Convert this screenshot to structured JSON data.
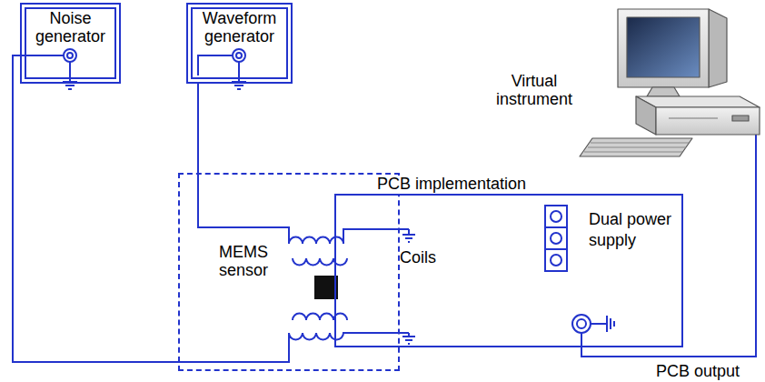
{
  "diagram": {
    "nodes": [
      {
        "text": [
          "Noise generator"
        ]
      },
      {
        "text": [
          "Waveform generator"
        ]
      },
      {
        "text": [
          "Virtual instrument"
        ]
      },
      {
        "text": [
          "PCB implementation"
        ]
      },
      {
        "text": [
          "MEMS sensor"
        ]
      }
    ],
    "edges": [
      {
        "from": 0,
        "to": 4,
        "arrow": "none"
      },
      {
        "from": 1,
        "to": 4,
        "arrow": "none"
      },
      {
        "from": 3,
        "to": 2,
        "arrow": "none"
      }
    ],
    "labels": [
      "Coils",
      "Dual power supply",
      "PCB output"
    ]
  }
}
